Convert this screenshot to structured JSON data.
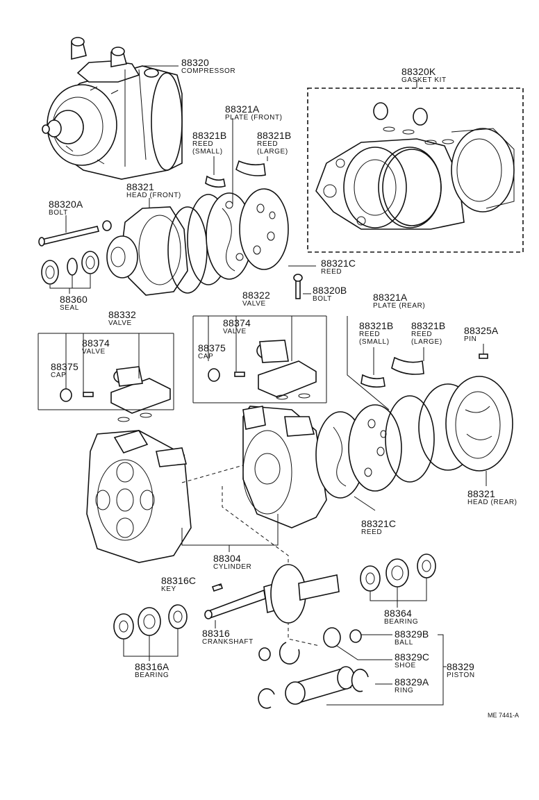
{
  "diagram_code": "ME 7441-A",
  "callouts": {
    "compressor": {
      "number": "88320",
      "name": "COMPRESSOR"
    },
    "gasket_kit": {
      "number": "88320K",
      "name": "GASKET KIT"
    },
    "plate_front": {
      "number": "88321A",
      "name": "PLATE (FRONT)"
    },
    "reed_small_front": {
      "number": "88321B",
      "name1": "REED",
      "name2": "(SMALL)"
    },
    "reed_large_front": {
      "number": "88321B",
      "name1": "REED",
      "name2": "(LARGE)"
    },
    "head_front": {
      "number": "88321",
      "name": "HEAD (FRONT)"
    },
    "bolt_long": {
      "number": "88320A",
      "name": "BOLT"
    },
    "seal": {
      "number": "88360",
      "name": "SEAL"
    },
    "reed_front": {
      "number": "88321C",
      "name": "REED"
    },
    "bolt_short": {
      "number": "88320B",
      "name": "BOLT"
    },
    "valve_right": {
      "number": "88322",
      "name": "VALVE"
    },
    "valve_inner_right": {
      "number": "88374",
      "name": "VALVE"
    },
    "cap_right": {
      "number": "88375",
      "name": "CAP"
    },
    "valve_left": {
      "number": "88332",
      "name": "VALVE"
    },
    "valve_inner_left": {
      "number": "88374",
      "name": "VALVE"
    },
    "cap_left": {
      "number": "88375",
      "name": "CAP"
    },
    "plate_rear": {
      "number": "88321A",
      "name": "PLATE (REAR)"
    },
    "reed_small_rear": {
      "number": "88321B",
      "name1": "REED",
      "name2": "(SMALL)"
    },
    "reed_large_rear": {
      "number": "88321B",
      "name1": "REED",
      "name2": "(LARGE)"
    },
    "pin": {
      "number": "88325A",
      "name": "PIN"
    },
    "head_rear": {
      "number": "88321",
      "name": "HEAD (REAR)"
    },
    "reed_rear": {
      "number": "88321C",
      "name": "REED"
    },
    "cylinder": {
      "number": "88304",
      "name": "CYLINDER"
    },
    "key": {
      "number": "88316C",
      "name": "KEY"
    },
    "bearing_right": {
      "number": "88364",
      "name": "BEARING"
    },
    "crankshaft": {
      "number": "88316",
      "name": "CRANKSHAFT"
    },
    "ball": {
      "number": "88329B",
      "name": "BALL"
    },
    "shoe": {
      "number": "88329C",
      "name": "SHOE"
    },
    "piston": {
      "number": "88329",
      "name": "PISTON"
    },
    "bearing_left": {
      "number": "88316A",
      "name": "BEARING"
    },
    "ring": {
      "number": "88329A",
      "name": "RING"
    }
  }
}
